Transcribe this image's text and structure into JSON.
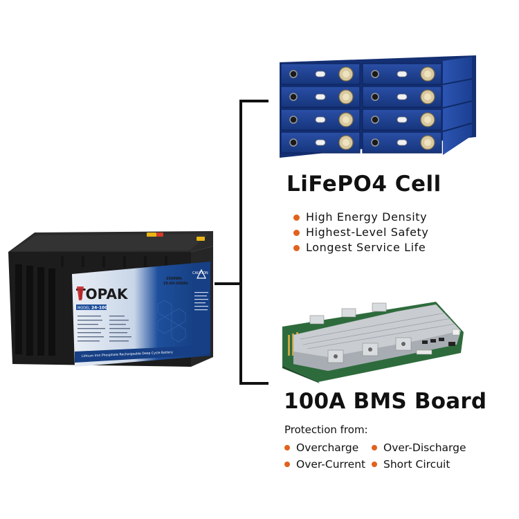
{
  "battery": {
    "brand": "TOPAK",
    "model_label": "MODEL",
    "model": "24-100",
    "spec_capacity": "2560Wh",
    "spec_voltage": "25.6V-100Ah",
    "caution_label": "CAUTION",
    "bottom_text": "Lithium Iron Phosphate Rechargeable Deep Cycle Battery"
  },
  "cell_section": {
    "title": "LiFePO4 Cell",
    "features": [
      "High Energy Density",
      "Highest-Level Safety",
      "Longest Service Life"
    ]
  },
  "bms_section": {
    "title": "100A BMS Board",
    "protection_label": "Protection from:",
    "protections": [
      "Overcharge",
      "Over-Discharge",
      "Over-Current",
      "Short Circuit"
    ]
  },
  "colors": {
    "accent_bullet": "#e0621d",
    "cell_blue": "#1d3d8c",
    "battery_body": "#1c1c1c",
    "pcb_green": "#2e6b3c"
  }
}
